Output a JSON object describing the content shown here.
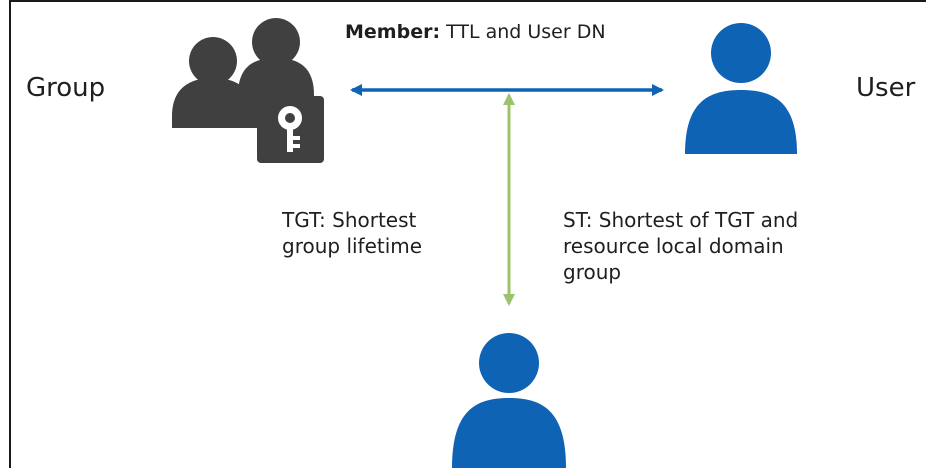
{
  "labels": {
    "group": "Group",
    "user": "User",
    "member_prefix": "Member:",
    "member_text": " TTL and User DN",
    "tgt": "TGT: Shortest group lifetime",
    "st": "ST: Shortest of TGT and resource local domain group"
  },
  "colors": {
    "group_icon": "#404040",
    "user_icon": "#0e63b5",
    "arrow_blue": "#0e63b5",
    "arrow_green": "#9bc36a",
    "border": "#1a1a1a"
  },
  "icons": {
    "group": "group-with-key-icon",
    "user": "user-icon",
    "resource": "user-icon"
  }
}
